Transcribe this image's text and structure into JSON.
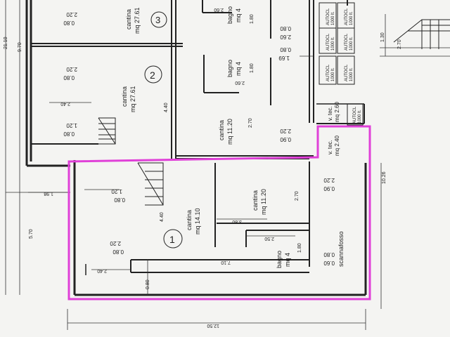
{
  "rooms": {
    "cantina_3": {
      "name": "cantina",
      "area": "mq 27.61",
      "number": "3"
    },
    "cantina_2": {
      "name": "cantina",
      "area": "mq 27.61",
      "number": "2"
    },
    "cantina_mid": {
      "name": "cantina",
      "area": "mq 11.20"
    },
    "cantina_1": {
      "name": "cantina",
      "area": "mq 14.10",
      "number": "1"
    },
    "cantina_lower": {
      "name": "cantina",
      "area": "mq 11.20"
    },
    "bagno_top": {
      "name": "bagno",
      "area": "mq 4"
    },
    "bagno_mid": {
      "name": "bagno",
      "area": "mq 4"
    },
    "bagno_lower": {
      "name": "bagno",
      "area": "mq 4"
    },
    "scannafosso": {
      "name": "scannafosso"
    },
    "vtec_1": {
      "name": "v. tec.",
      "area": "mq 2.60"
    },
    "vtec_2": {
      "name": "v. tec.",
      "area": "mq 2.40"
    }
  },
  "autoclaves": [
    {
      "label": "AUTOCL",
      "cap": "1000 lt."
    },
    {
      "label": "AUTOCL",
      "cap": "1000 lt."
    },
    {
      "label": "AUTOCL",
      "cap": "1000 lt."
    },
    {
      "label": "AUTOCL",
      "cap": "1000 lt."
    },
    {
      "label": "AUTOCL",
      "cap": "1000 lt."
    },
    {
      "label": "AUTOCL",
      "cap": "1000 lt."
    },
    {
      "label": "AUTOCL",
      "cap": "1000 lt."
    }
  ],
  "window_labels": {
    "w_top_left": [
      "2.20",
      "0.80"
    ],
    "w_mid_left": [
      "2.20",
      "0.80"
    ],
    "w_low_left": [
      "1.20",
      "0.80"
    ],
    "w_bagno_top": [
      "0.80",
      "2.60"
    ],
    "w_bagno_mid": [
      "0.80",
      "1.69"
    ],
    "w_cantina_mid": [
      "2.20",
      "0.90"
    ],
    "w_unit1_a": [
      "1.20",
      "0.80"
    ],
    "w_unit1_b": [
      "2.20",
      "0.80"
    ],
    "w_scann_a": [
      "2.20",
      "0.90"
    ],
    "w_scann_b": [
      "0.80",
      "0.60"
    ]
  },
  "dimensions": {
    "d_2_60": "2.60",
    "d_1_80_top": "1.80",
    "d_1_80_mid": "1.80",
    "d_2_60_mid": "2.60",
    "d_2_40": "2.40",
    "d_4_40_top": "4.40",
    "d_2_70_top": "2.70",
    "d_4_40_low": "4.40",
    "d_2_70_low": "2.70",
    "d_3_80": "3.80",
    "d_2_50": "2.50",
    "d_1_80_low": "1.80",
    "d_7_10": "7.10",
    "d_2_40_low": "2.40",
    "d_0_80": "0.80",
    "d_12_50": "12.50",
    "d_21_10": "21.10",
    "d_9_70": "9.70",
    "d_5_70": "5.70",
    "d_10_26": "10.26",
    "d_1_98": "1.98",
    "d_1_30": "1.30",
    "d_2_70_side": "2.70"
  },
  "colors": {
    "highlight": "#e040d8",
    "line": "#222222",
    "paper": "#f4f4f2"
  }
}
